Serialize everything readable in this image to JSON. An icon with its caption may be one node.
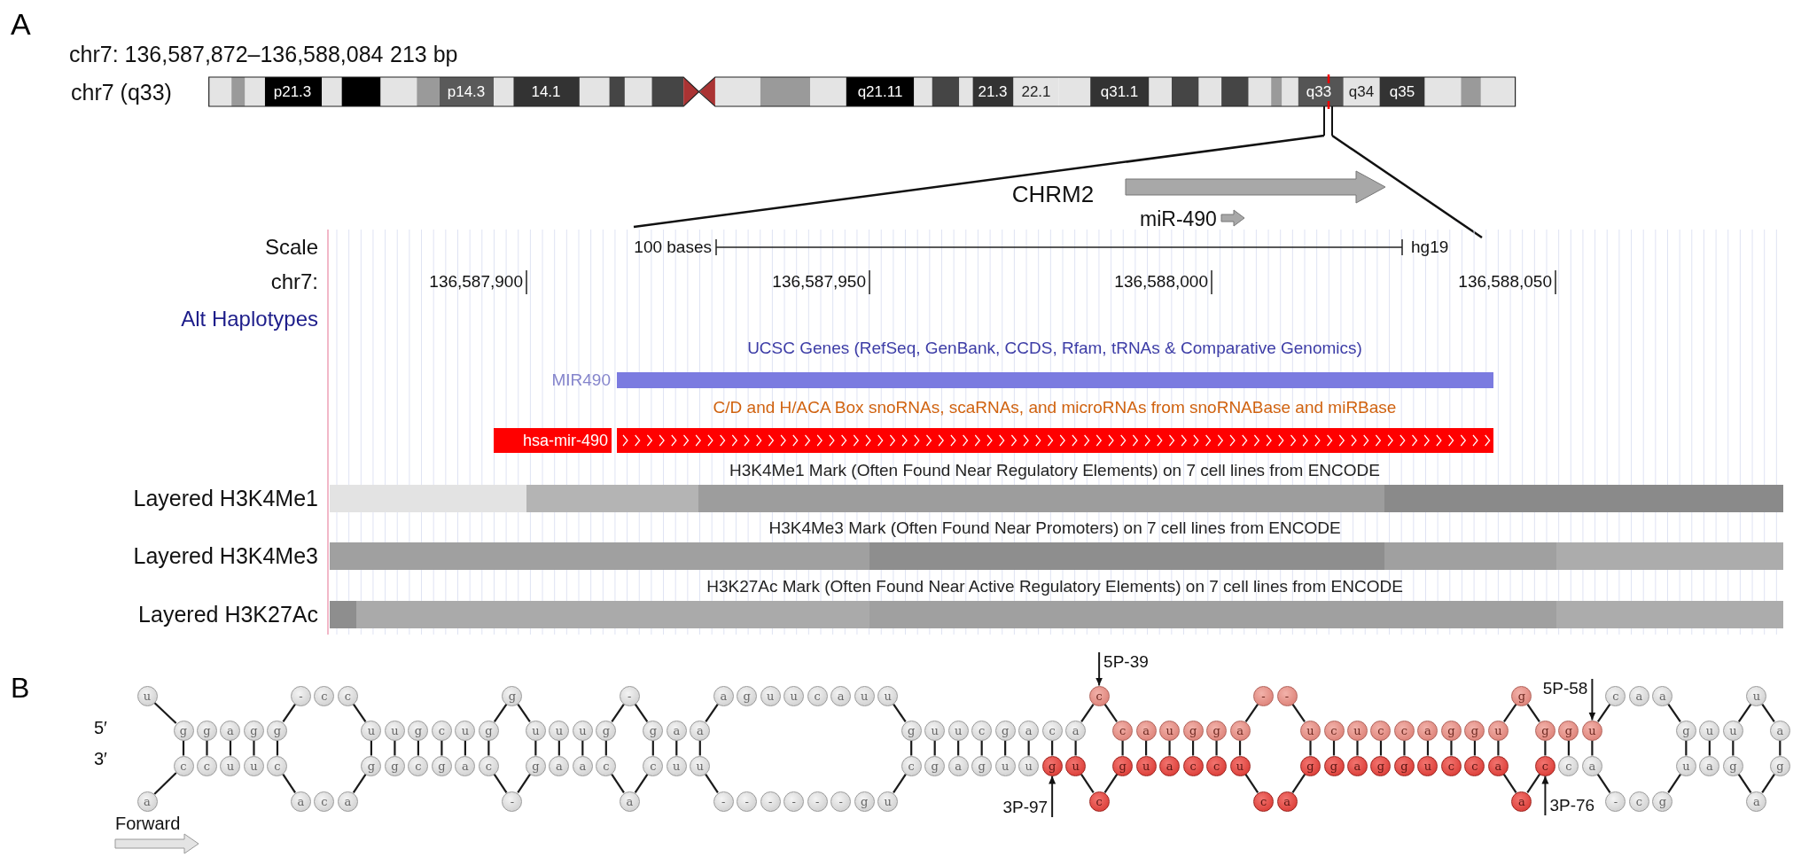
{
  "diagram": {
    "nodes": [
      {
        "text": [
          "hsa-mir-490"
        ]
      },
      {
        "text": [
          "u"
        ]
      },
      {
        "text": [
          "a"
        ]
      },
      {
        "text": [
          "g"
        ]
      },
      {
        "text": [
          "c"
        ]
      },
      {
        "text": [
          "g"
        ]
      },
      {
        "text": [
          "c"
        ]
      },
      {
        "text": [
          "a"
        ]
      },
      {
        "text": [
          "u"
        ]
      },
      {
        "text": [
          "g"
        ]
      },
      {
        "text": [
          "u"
        ]
      },
      {
        "text": [
          "g"
        ]
      },
      {
        "text": [
          "c"
        ]
      },
      {
        "text": [
          "-"
        ]
      },
      {
        "text": [
          "a"
        ]
      },
      {
        "text": [
          "c"
        ]
      },
      {
        "text": [
          "c"
        ]
      },
      {
        "text": [
          "c"
        ]
      },
      {
        "text": [
          "a"
        ]
      },
      {
        "text": [
          "u"
        ]
      },
      {
        "text": [
          "g"
        ]
      },
      {
        "text": [
          "u"
        ]
      },
      {
        "text": [
          "g"
        ]
      },
      {
        "text": [
          "g"
        ]
      },
      {
        "text": [
          "c"
        ]
      },
      {
        "text": [
          "c"
        ]
      },
      {
        "text": [
          "g"
        ]
      },
      {
        "text": [
          "u"
        ]
      },
      {
        "text": [
          "a"
        ]
      },
      {
        "text": [
          "g"
        ]
      },
      {
        "text": [
          "c"
        ]
      },
      {
        "text": [
          "g"
        ]
      },
      {
        "text": [
          "-"
        ]
      },
      {
        "text": [
          "u"
        ]
      },
      {
        "text": [
          "g"
        ]
      },
      {
        "text": [
          "u"
        ]
      },
      {
        "text": [
          "a"
        ]
      },
      {
        "text": [
          "u"
        ]
      },
      {
        "text": [
          "a"
        ]
      },
      {
        "text": [
          "g"
        ]
      },
      {
        "text": [
          "c"
        ]
      },
      {
        "text": [
          "-"
        ]
      },
      {
        "text": [
          "a"
        ]
      },
      {
        "text": [
          "g"
        ]
      },
      {
        "text": [
          "c"
        ]
      },
      {
        "text": [
          "a"
        ]
      },
      {
        "text": [
          "u"
        ]
      },
      {
        "text": [
          "a"
        ]
      },
      {
        "text": [
          "u"
        ]
      },
      {
        "text": [
          "a"
        ]
      },
      {
        "text": [
          "-"
        ]
      },
      {
        "text": [
          "g"
        ]
      },
      {
        "text": [
          "-"
        ]
      },
      {
        "text": [
          "u"
        ]
      },
      {
        "text": [
          "-"
        ]
      },
      {
        "text": [
          "u"
        ]
      },
      {
        "text": [
          "-"
        ]
      },
      {
        "text": [
          "c"
        ]
      },
      {
        "text": [
          "-"
        ]
      },
      {
        "text": [
          "a"
        ]
      },
      {
        "text": [
          "-"
        ]
      },
      {
        "text": [
          "u"
        ]
      },
      {
        "text": [
          "g"
        ]
      },
      {
        "text": [
          "u"
        ]
      },
      {
        "text": [
          "u"
        ]
      },
      {
        "text": [
          "g"
        ]
      },
      {
        "text": [
          "c"
        ]
      },
      {
        "text": [
          "u"
        ]
      },
      {
        "text": [
          "g"
        ]
      },
      {
        "text": [
          "u"
        ]
      },
      {
        "text": [
          "a"
        ]
      },
      {
        "text": [
          "c"
        ]
      },
      {
        "text": [
          "g"
        ]
      },
      {
        "text": [
          "g"
        ]
      },
      {
        "text": [
          "u"
        ]
      },
      {
        "text": [
          "a"
        ]
      },
      {
        "text": [
          "u"
        ]
      },
      {
        "text": [
          "c"
        ]
      },
      {
        "text": [
          "g"
        ]
      },
      {
        "text": [
          "a"
        ]
      },
      {
        "text": [
          "u"
        ]
      },
      {
        "text": [
          "c"
        ]
      },
      {
        "text": [
          "c"
        ]
      },
      {
        "text": [
          "c"
        ]
      },
      {
        "text": [
          "g"
        ]
      },
      {
        "text": [
          "a"
        ]
      },
      {
        "text": [
          "u"
        ]
      },
      {
        "text": [
          "u"
        ]
      },
      {
        "text": [
          "a"
        ]
      },
      {
        "text": [
          "g"
        ]
      },
      {
        "text": [
          "c"
        ]
      },
      {
        "text": [
          "g"
        ]
      },
      {
        "text": [
          "c"
        ]
      },
      {
        "text": [
          "a"
        ]
      },
      {
        "text": [
          "u"
        ]
      },
      {
        "text": [
          "-"
        ]
      },
      {
        "text": [
          "c"
        ]
      },
      {
        "text": [
          "-"
        ]
      },
      {
        "text": [
          "a"
        ]
      },
      {
        "text": [
          "u"
        ]
      },
      {
        "text": [
          "g"
        ]
      },
      {
        "text": [
          "c"
        ]
      },
      {
        "text": [
          "g"
        ]
      },
      {
        "text": [
          "u"
        ]
      },
      {
        "text": [
          "a"
        ]
      },
      {
        "text": [
          "c"
        ]
      },
      {
        "text": [
          "g"
        ]
      },
      {
        "text": [
          "c"
        ]
      },
      {
        "text": [
          "g"
        ]
      },
      {
        "text": [
          "a"
        ]
      },
      {
        "text": [
          "u"
        ]
      },
      {
        "text": [
          "g"
        ]
      },
      {
        "text": [
          "c"
        ]
      },
      {
        "text": [
          "g"
        ]
      },
      {
        "text": [
          "c"
        ]
      },
      {
        "text": [
          "u"
        ]
      },
      {
        "text": [
          "a"
        ]
      },
      {
        "text": [
          "g"
        ]
      },
      {
        "text": [
          "a"
        ]
      },
      {
        "text": [
          "g"
        ]
      },
      {
        "text": [
          "c"
        ]
      },
      {
        "text": [
          "g"
        ]
      },
      {
        "text": [
          "c"
        ]
      },
      {
        "text": [
          "u"
        ]
      },
      {
        "text": [
          "a"
        ]
      },
      {
        "text": [
          "c"
        ]
      },
      {
        "text": [
          "-"
        ]
      },
      {
        "text": [
          "a"
        ]
      },
      {
        "text": [
          "c"
        ]
      },
      {
        "text": [
          "a"
        ]
      },
      {
        "text": [
          "g"
        ]
      },
      {
        "text": [
          "g"
        ]
      },
      {
        "text": [
          "u"
        ]
      },
      {
        "text": [
          "u"
        ]
      },
      {
        "text": [
          "a"
        ]
      },
      {
        "text": [
          "u"
        ]
      },
      {
        "text": [
          "g"
        ]
      },
      {
        "text": [
          "u"
        ]
      },
      {
        "text": [
          "a"
        ]
      },
      {
        "text": [
          "a"
        ]
      },
      {
        "text": [
          "g"
        ]
      },
      {
        "text": [
          "5P-39"
        ]
      },
      {
        "text": [
          "5P-58"
        ]
      },
      {
        "text": [
          "3P-97"
        ]
      },
      {
        "text": [
          "3P-76"
        ]
      }
    ],
    "edges": [
      {
        "from": 1,
        "to": 3,
        "arrow": "none"
      },
      {
        "from": 2,
        "to": 4,
        "arrow": "none"
      },
      {
        "from": 3,
        "to": 4,
        "arrow": "none"
      },
      {
        "from": 5,
        "to": 6,
        "arrow": "none"
      },
      {
        "from": 7,
        "to": 8,
        "arrow": "none"
      },
      {
        "from": 9,
        "to": 10,
        "arrow": "none"
      },
      {
        "from": 11,
        "to": 12,
        "arrow": "none"
      },
      {
        "from": 11,
        "to": 13,
        "arrow": "none"
      },
      {
        "from": 12,
        "to": 14,
        "arrow": "none"
      },
      {
        "from": 17,
        "to": 19,
        "arrow": "none"
      },
      {
        "from": 18,
        "to": 20,
        "arrow": "none"
      },
      {
        "from": 19,
        "to": 20,
        "arrow": "none"
      },
      {
        "from": 21,
        "to": 22,
        "arrow": "none"
      },
      {
        "from": 23,
        "to": 24,
        "arrow": "none"
      },
      {
        "from": 25,
        "to": 26,
        "arrow": "none"
      },
      {
        "from": 27,
        "to": 28,
        "arrow": "none"
      },
      {
        "from": 29,
        "to": 30,
        "arrow": "none"
      },
      {
        "from": 29,
        "to": 31,
        "arrow": "none"
      },
      {
        "from": 30,
        "to": 32,
        "arrow": "none"
      },
      {
        "from": 31,
        "to": 33,
        "arrow": "none"
      },
      {
        "from": 32,
        "to": 34,
        "arrow": "none"
      },
      {
        "from": 33,
        "to": 34,
        "arrow": "none"
      },
      {
        "from": 35,
        "to": 36,
        "arrow": "none"
      },
      {
        "from": 37,
        "to": 38,
        "arrow": "none"
      },
      {
        "from": 39,
        "to": 40,
        "arrow": "none"
      },
      {
        "from": 39,
        "to": 41,
        "arrow": "none"
      },
      {
        "from": 40,
        "to": 42,
        "arrow": "none"
      },
      {
        "from": 41,
        "to": 43,
        "arrow": "none"
      },
      {
        "from": 42,
        "to": 44,
        "arrow": "none"
      },
      {
        "from": 43,
        "to": 44,
        "arrow": "none"
      },
      {
        "from": 45,
        "to": 46,
        "arrow": "none"
      },
      {
        "from": 47,
        "to": 48,
        "arrow": "none"
      },
      {
        "from": 47,
        "to": 49,
        "arrow": "none"
      },
      {
        "from": 48,
        "to": 50,
        "arrow": "none"
      },
      {
        "from": 63,
        "to": 65,
        "arrow": "none"
      },
      {
        "from": 64,
        "to": 66,
        "arrow": "none"
      },
      {
        "from": 65,
        "to": 66,
        "arrow": "none"
      },
      {
        "from": 67,
        "to": 68,
        "arrow": "none"
      },
      {
        "from": 69,
        "to": 70,
        "arrow": "none"
      },
      {
        "from": 71,
        "to": 72,
        "arrow": "none"
      },
      {
        "from": 73,
        "to": 74,
        "arrow": "none"
      },
      {
        "from": 75,
        "to": 76,
        "arrow": "none"
      },
      {
        "from": 77,
        "to": 78,
        "arrow": "none"
      },
      {
        "from": 79,
        "to": 80,
        "arrow": "none"
      },
      {
        "from": 79,
        "to": 81,
        "arrow": "none"
      },
      {
        "from": 80,
        "to": 82,
        "arrow": "none"
      },
      {
        "from": 81,
        "to": 83,
        "arrow": "none"
      },
      {
        "from": 82,
        "to": 84,
        "arrow": "none"
      },
      {
        "from": 83,
        "to": 84,
        "arrow": "none"
      },
      {
        "from": 85,
        "to": 86,
        "arrow": "none"
      },
      {
        "from": 87,
        "to": 88,
        "arrow": "none"
      },
      {
        "from": 89,
        "to": 90,
        "arrow": "none"
      },
      {
        "from": 91,
        "to": 92,
        "arrow": "none"
      },
      {
        "from": 93,
        "to": 94,
        "arrow": "none"
      },
      {
        "from": 93,
        "to": 95,
        "arrow": "none"
      },
      {
        "from": 94,
        "to": 96,
        "arrow": "none"
      },
      {
        "from": 97,
        "to": 99,
        "arrow": "none"
      },
      {
        "from": 98,
        "to": 100,
        "arrow": "none"
      },
      {
        "from": 99,
        "to": 100,
        "arrow": "none"
      },
      {
        "from": 101,
        "to": 102,
        "arrow": "none"
      },
      {
        "from": 103,
        "to": 104,
        "arrow": "none"
      },
      {
        "from": 105,
        "to": 106,
        "arrow": "none"
      },
      {
        "from": 107,
        "to": 108,
        "arrow": "none"
      },
      {
        "from": 109,
        "to": 110,
        "arrow": "none"
      },
      {
        "from": 111,
        "to": 112,
        "arrow": "none"
      },
      {
        "from": 113,
        "to": 114,
        "arrow": "none"
      },
      {
        "from": 115,
        "to": 116,
        "arrow": "none"
      },
      {
        "from": 115,
        "to": 117,
        "arrow": "none"
      },
      {
        "from": 116,
        "to": 118,
        "arrow": "none"
      },
      {
        "from": 117,
        "to": 119,
        "arrow": "none"
      },
      {
        "from": 118,
        "to": 120,
        "arrow": "none"
      },
      {
        "from": 119,
        "to": 120,
        "arrow": "none"
      },
      {
        "from": 121,
        "to": 122,
        "arrow": "none"
      },
      {
        "from": 123,
        "to": 124,
        "arrow": "none"
      },
      {
        "from": 123,
        "to": 125,
        "arrow": "none"
      },
      {
        "from": 124,
        "to": 126,
        "arrow": "none"
      },
      {
        "from": 129,
        "to": 131,
        "arrow": "none"
      },
      {
        "from": 130,
        "to": 132,
        "arrow": "none"
      },
      {
        "from": 131,
        "to": 132,
        "arrow": "none"
      },
      {
        "from": 133,
        "to": 134,
        "arrow": "none"
      },
      {
        "from": 135,
        "to": 136,
        "arrow": "none"
      },
      {
        "from": 135,
        "to": 137,
        "arrow": "none"
      },
      {
        "from": 137,
        "to": 139,
        "arrow": "none"
      },
      {
        "from": 139,
        "to": 140,
        "arrow": "none"
      },
      {
        "from": 140,
        "to": 138,
        "arrow": "none"
      },
      {
        "from": 138,
        "to": 136,
        "arrow": "none"
      },
      {
        "from": 141,
        "to": 81,
        "arrow": "to"
      },
      {
        "from": 142,
        "to": 123,
        "arrow": "to"
      },
      {
        "from": 143,
        "to": 78,
        "arrow": "to"
      },
      {
        "from": 144,
        "to": 120,
        "arrow": "to"
      }
    ],
    "labels": [
      "A",
      "chr7: 136,587,872–136,588,084",
      "213 bp",
      "chr7 (q33)",
      "p21.3",
      "p14.3",
      "14.1",
      "q21.11",
      "21.3",
      "22.1",
      "q31.1",
      "q33",
      "q34",
      "q35",
      "CHRM2",
      "miR-490",
      "Scale",
      "100 bases",
      "hg19",
      "chr7:",
      "136,587,900",
      "136,587,950",
      "136,588,000",
      "136,588,050",
      "Alt Haplotypes",
      "UCSC Genes (RefSeq, GenBank, CCDS, Rfam, tRNAs & Comparative Genomics)",
      "MIR490",
      "C/D and H/ACA Box snoRNAs, scaRNAs, and microRNAs from snoRNABase and miRBase",
      "H3K4Me1 Mark (Often Found Near Regulatory Elements) on 7 cell lines from ENCODE",
      "Layered H3K4Me1",
      "H3K4Me3 Mark (Often Found Near Promoters) on 7 cell lines from ENCODE",
      "Layered H3K4Me3",
      "H3K27Ac Mark (Often Found Near Active Regulatory Elements) on 7 cell lines from ENCODE",
      "Layered H3K27Ac",
      "B",
      "5′",
      "3′",
      "Forward"
    ]
  }
}
